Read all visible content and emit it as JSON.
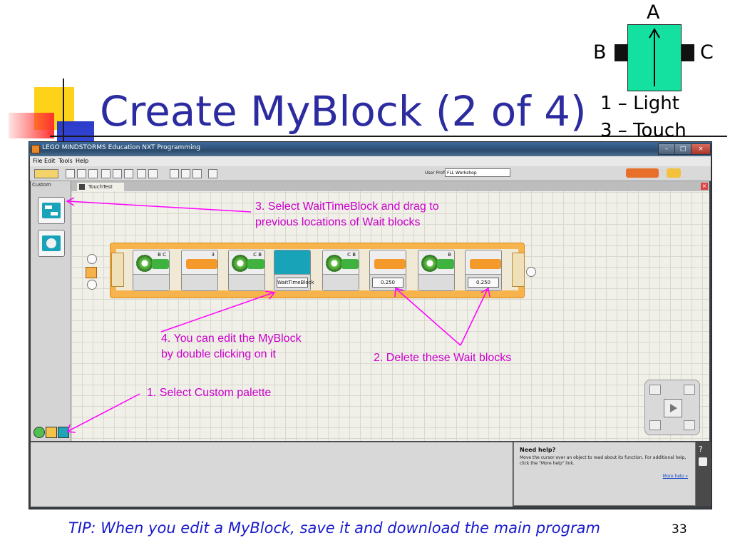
{
  "slide": {
    "title": "Create MyBlock (2 of 4)",
    "tip": "TIP: When you edit a MyBlock, save it and download the main program",
    "page_number": "33"
  },
  "robot": {
    "label_top": "A",
    "label_left": "B",
    "label_right": "C",
    "sensor_1": "1 – Light",
    "sensor_3": "3 – Touch"
  },
  "app": {
    "window_title": "LEGO MINDSTORMS Education NXT Programming",
    "menu": [
      "File",
      "Edit",
      "Tools",
      "Help"
    ],
    "user_profile_label": "User Profile:",
    "user_profile_value": "FLL Workshop",
    "palette_tab": "Custom",
    "program_tab": "TouchTest",
    "blocks": [
      {
        "ports": "B C",
        "kind": "move",
        "value": ""
      },
      {
        "ports": "3",
        "kind": "sensor",
        "value": ""
      },
      {
        "ports": "C B",
        "kind": "move",
        "value": ""
      },
      {
        "ports": "",
        "kind": "myblock",
        "value": "WaitTimeBlock"
      },
      {
        "ports": "C B",
        "kind": "move",
        "value": ""
      },
      {
        "ports": "",
        "kind": "wait",
        "value": "0.250"
      },
      {
        "ports": "B",
        "kind": "move",
        "value": ""
      },
      {
        "ports": "",
        "kind": "wait",
        "value": "0.250"
      }
    ],
    "help": {
      "title": "Need help?",
      "body": "Move the cursor over an object to read about its function. For additional help, click the \"More help\" link.",
      "more_link": "More help »"
    }
  },
  "annotations": {
    "step1": "1. Select Custom palette",
    "step2": "2. Delete these Wait blocks",
    "step3_line1": "3. Select WaitTimeBlock and drag to",
    "step3_line2": "previous locations of Wait blocks",
    "step4_line1": "4. You can edit the MyBlock",
    "step4_line2": "by double clicking on it",
    "color": "#ff00ff"
  }
}
